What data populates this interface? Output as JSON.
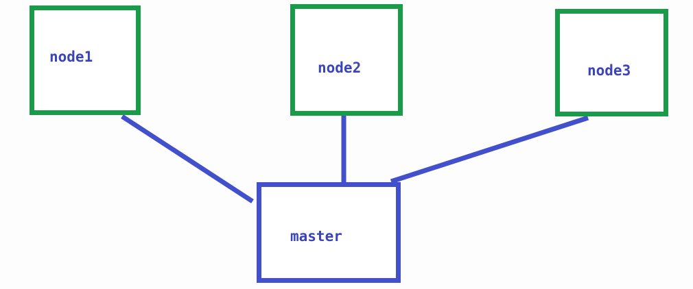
{
  "colors": {
    "node_border": "#1a9b4a",
    "master_border": "#4250cc",
    "label": "#3a44b8",
    "connector": "#4250cc"
  },
  "nodes": [
    {
      "id": "node1",
      "label": "node1"
    },
    {
      "id": "node2",
      "label": "node2"
    },
    {
      "id": "node3",
      "label": "node3"
    }
  ],
  "master": {
    "id": "master",
    "label": "master"
  },
  "edges": [
    {
      "from": "node1",
      "to": "master"
    },
    {
      "from": "node2",
      "to": "master"
    },
    {
      "from": "node3",
      "to": "master"
    }
  ]
}
